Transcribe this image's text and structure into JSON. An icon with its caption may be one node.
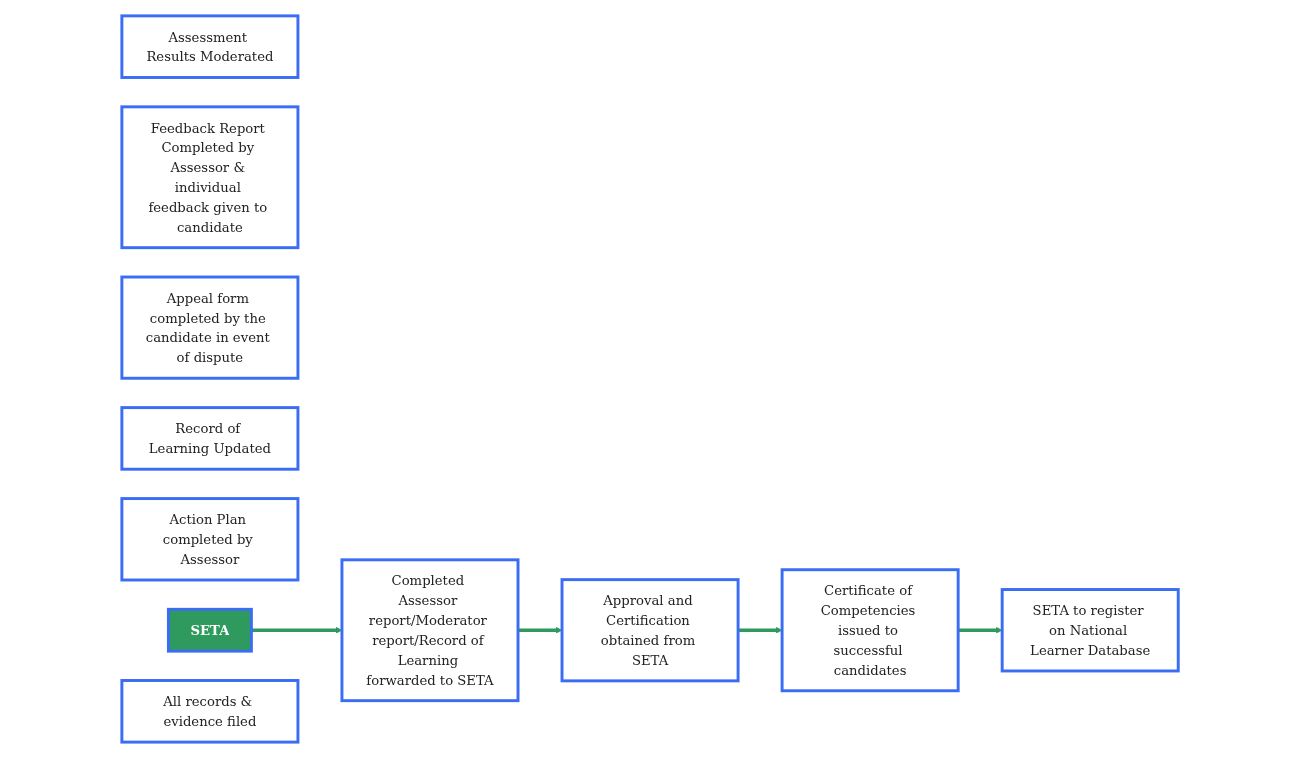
{
  "diagram": {
    "nodes": [
      {
        "text": [
          "Assessment Results Moderated"
        ]
      },
      {
        "text": [
          "Feedback Report Completed by Assessor & individual feedback given to candidate"
        ]
      },
      {
        "text": [
          "Appeal form completed by the candidate in event of dispute"
        ]
      },
      {
        "text": [
          "Record of Learning Updated"
        ]
      },
      {
        "text": [
          "Action Plan completed by Assessor"
        ]
      },
      {
        "text": [
          "SETA"
        ]
      },
      {
        "text": [
          "All records & evidence filed"
        ]
      },
      {
        "text": [
          "Completed Assessor report/Moderator report/Record of Learning forwarded to SETA"
        ]
      },
      {
        "text": [
          "Approval and Certification obtained from SETA"
        ]
      },
      {
        "text": [
          "Certificate of Competencies issued to successful candidates"
        ]
      },
      {
        "text": [
          "SETA to register on National Learner Database"
        ]
      }
    ],
    "edges": [
      {
        "from": 5,
        "to": 7,
        "arrow": "to"
      },
      {
        "from": 7,
        "to": 8,
        "arrow": "to"
      },
      {
        "from": 8,
        "to": 9,
        "arrow": "to"
      },
      {
        "from": 9,
        "to": 10,
        "arrow": "to"
      }
    ]
  }
}
